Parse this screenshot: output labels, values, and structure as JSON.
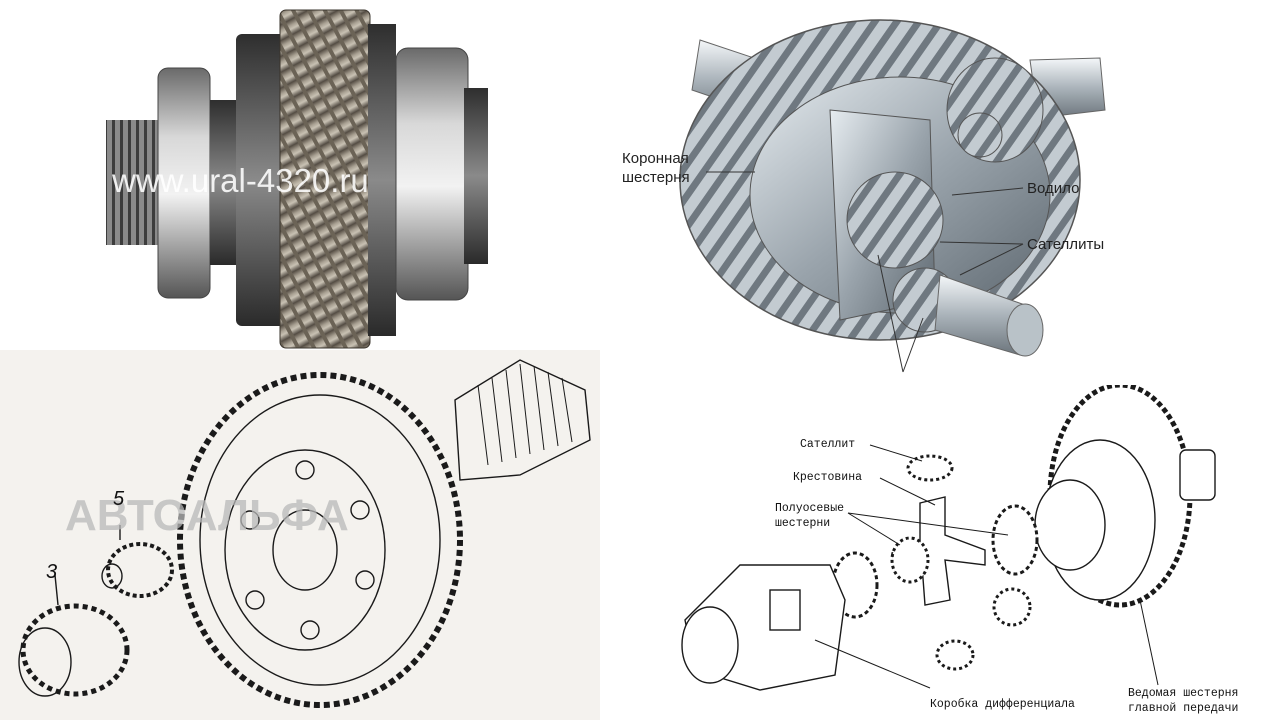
{
  "photo_panel": {
    "watermark": "www.ural-4320.ru"
  },
  "render_panel": {
    "labels": {
      "ring_gear_line1": "Коронная",
      "ring_gear_line2": "шестерня",
      "carrier": "Водило",
      "satellites": "Сателлиты"
    }
  },
  "drawing_panel": {
    "watermark": "АВТОАЛЬФА",
    "callouts": {
      "part_5": "5",
      "part_3": "3"
    }
  },
  "exploded_panel": {
    "labels": {
      "satellite": "Сателлит",
      "cross": "Крестовина",
      "side_gears_line1": "Полуосевые",
      "side_gears_line2": "шестерни",
      "diff_case": "Коробка дифференциала",
      "driven_gear_line1": "Ведомая шестерня",
      "driven_gear_line2": "главной передачи"
    }
  }
}
